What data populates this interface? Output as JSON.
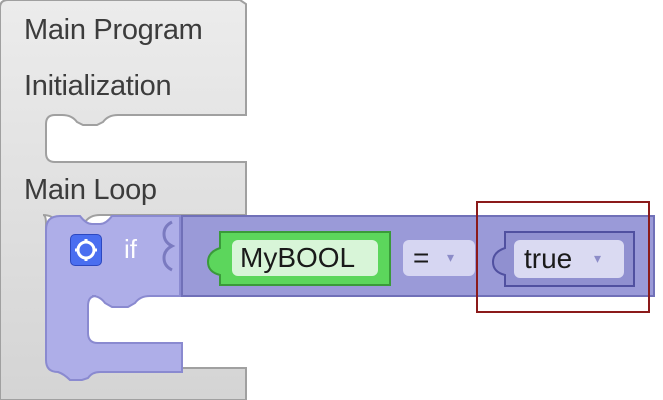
{
  "main_block": {
    "title": "Main Program",
    "section_init": "Initialization",
    "section_loop": "Main Loop"
  },
  "if_block": {
    "keyword": "if",
    "gear_icon": "gear-icon"
  },
  "compare_block": {
    "variable": "MyBOOL",
    "operator": "=",
    "operator_arrow": "▾",
    "value": "true",
    "value_arrow": "▾"
  },
  "colors": {
    "main_block": "#dcdcdc",
    "if_block": "#aeaee8",
    "compare_block": "#8f8fd4",
    "variable_block": "#5cd65c",
    "value_block": "#9a9ad8",
    "highlight": "#8b1a1a"
  }
}
